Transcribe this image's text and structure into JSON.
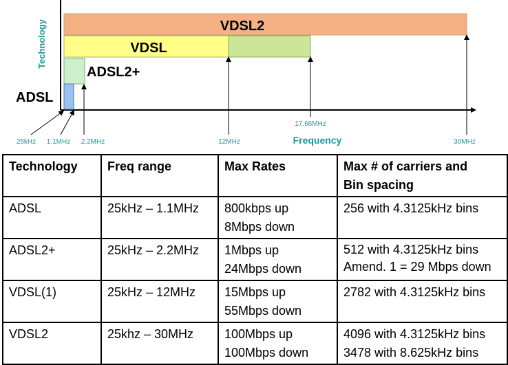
{
  "diagram": {
    "y_axis_label": "Technology",
    "x_axis_label": "Frequency",
    "bands": [
      {
        "name": "VDSL2",
        "color": "#f5b183"
      },
      {
        "name": "VDSL",
        "color": "#ffff88",
        "extension_color": "#cce699"
      },
      {
        "name": "ADSL2+",
        "color": "#ccf0cc"
      },
      {
        "name": "ADSL",
        "color": "#99c2f0"
      }
    ],
    "tick_labels": {
      "f25k": "25kHz",
      "f1_1": "1.1MHz",
      "f2_2": "2.2MHz",
      "f12": "12MHz",
      "f17_66": "17.66MHz",
      "f30": "30MHz"
    },
    "label_color": "#1a9a9a"
  },
  "table": {
    "headers": [
      "Technology",
      "Freq range",
      "Max Rates",
      "Max # of carriers and|Bin spacing"
    ],
    "rows": [
      {
        "technology": "ADSL",
        "freq": "25kHz – 1.1MHz",
        "rates": [
          "800kbps up",
          "8Mbps down"
        ],
        "carriers": [
          "256 with 4.3125kHz bins"
        ]
      },
      {
        "technology": "ADSL2+",
        "freq": "25kHz – 2.2MHz",
        "rates": [
          "1Mbps up",
          "24Mbps down"
        ],
        "carriers": [
          "512 with 4.3125kHz bins",
          "Amend. 1 = 29 Mbps down"
        ]
      },
      {
        "technology": "VDSL(1)",
        "freq": "25kHz – 12MHz",
        "rates": [
          "15Mbps up",
          "55Mbps down"
        ],
        "carriers": [
          "2782 with 4.3125kHz bins"
        ]
      },
      {
        "technology": "VDSL2",
        "freq": "25khz – 30MHz",
        "rates": [
          "100Mbps up",
          "100Mbps down"
        ],
        "carriers": [
          "4096 with 4.3125kHz bins",
          "3478 with 8.625kHz bins"
        ]
      }
    ]
  }
}
